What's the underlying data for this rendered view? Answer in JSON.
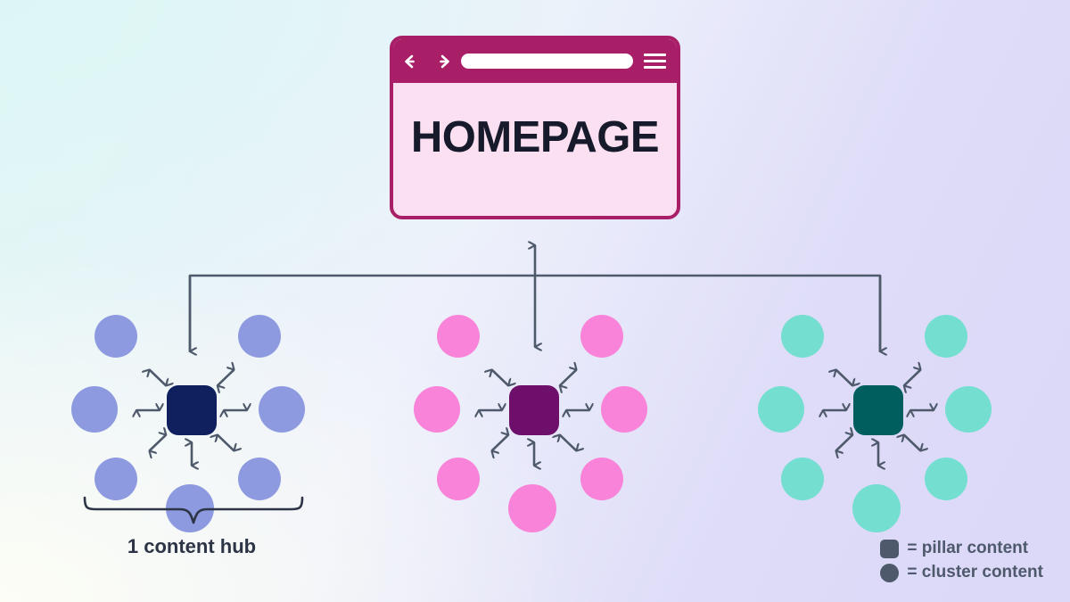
{
  "homepage": {
    "title": "HOMEPAGE",
    "back_icon": "back-arrow-icon",
    "forward_icon": "forward-arrow-icon",
    "url_value": "",
    "menu_icon": "hamburger-menu-icon",
    "bar_color": "#a81f68",
    "body_color": "#fbe0f1",
    "title_color": "#161a2b"
  },
  "connector": {
    "color": "#4e5a6b",
    "center_arrow": "double-headed-vertical-arrow",
    "side_arrow": "down-arrow"
  },
  "hubs": [
    {
      "name": "blue-hub",
      "pillar_color": "#10205e",
      "cluster_color": "#8d9ae0",
      "pillar_label": "pillar content",
      "cluster_count": 7
    },
    {
      "name": "pink-hub",
      "pillar_color": "#6d0f6b",
      "cluster_color": "#f983d8",
      "pillar_label": "pillar content",
      "cluster_count": 7
    },
    {
      "name": "teal-hub",
      "pillar_color": "#005e5e",
      "cluster_color": "#74ded0",
      "pillar_label": "pillar content",
      "cluster_count": 7
    }
  ],
  "brace_caption": "1 content hub",
  "legend": {
    "swatch_color": "#4e5a6b",
    "items": [
      {
        "shape": "rounded-square",
        "text": "= pillar content"
      },
      {
        "shape": "circle",
        "text": "= cluster content"
      }
    ]
  }
}
